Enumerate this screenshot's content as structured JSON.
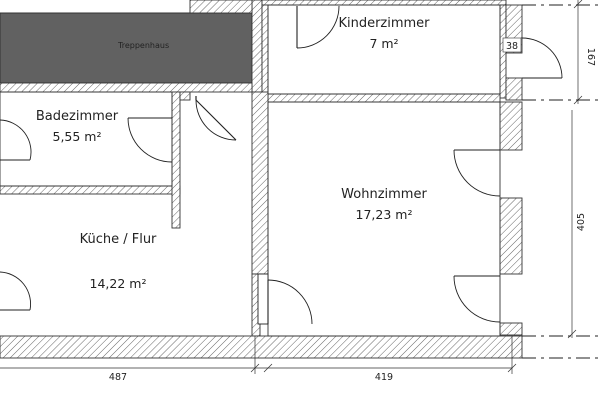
{
  "stairwell": {
    "label": "Treppenhaus",
    "color": "#616161"
  },
  "rooms": [
    {
      "id": "kinderzimmer",
      "name": "Kinderzimmer",
      "area": "7 m²"
    },
    {
      "id": "badezimmer",
      "name": "Badezimmer",
      "area": "5,55 m²"
    },
    {
      "id": "wohnzimmer",
      "name": "Wohnzimmer",
      "area": "17,23 m²"
    },
    {
      "id": "kueche-flur",
      "name": "Küche / Flur",
      "area": "14,22 m²"
    }
  ],
  "dimensions": {
    "bottom_left": "487",
    "bottom_right": "419",
    "right_upper": "167",
    "right_lower": "405",
    "small_wall": "38"
  },
  "colors": {
    "line": "#333333",
    "hatch": "#555555",
    "background": "#ffffff"
  }
}
